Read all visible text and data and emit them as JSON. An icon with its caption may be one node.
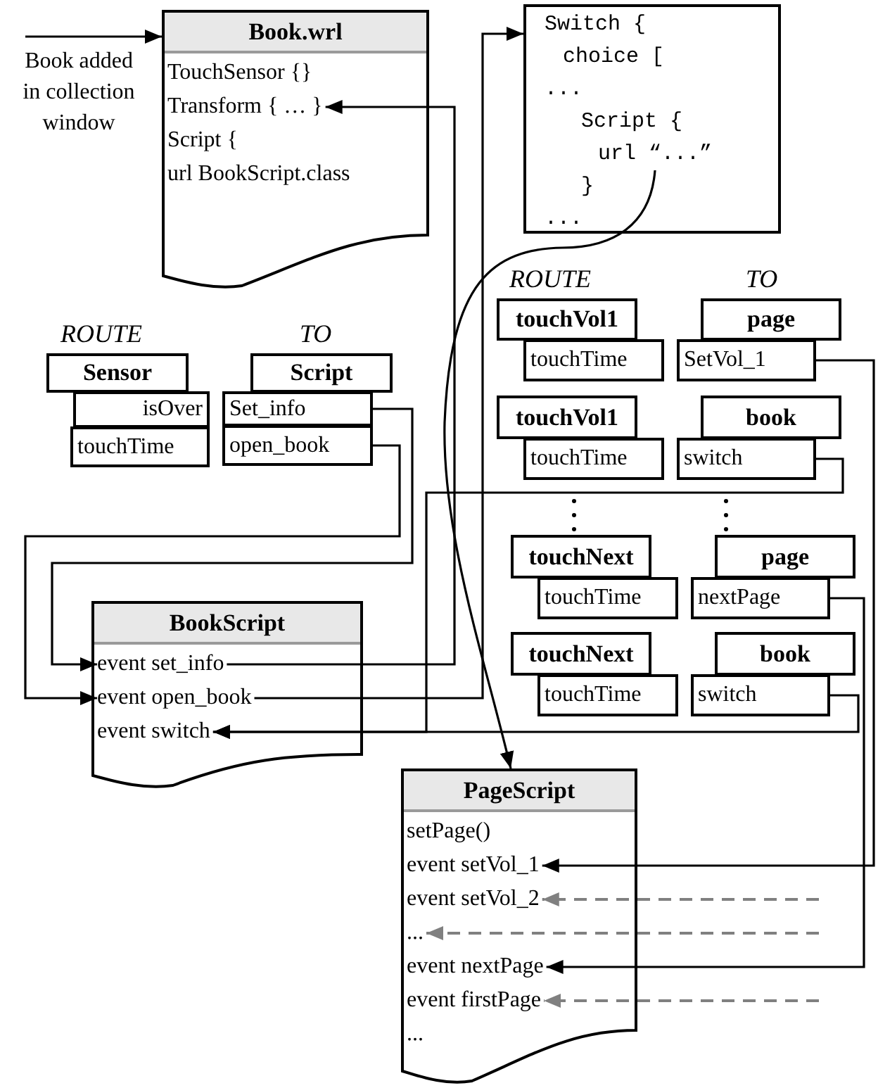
{
  "diagram": {
    "nodes": [
      {
        "text": [
          "Book.wrl"
        ]
      },
      {
        "text": [
          "TouchSensor {}"
        ],
        "in": 0
      },
      {
        "text": [
          "Transform { … }"
        ],
        "in": 0
      },
      {
        "text": [
          "Script {"
        ],
        "in": 0
      },
      {
        "text": [
          "url BookScript.class"
        ],
        "in": 0
      },
      {
        "text": [],
        "shape": "box"
      },
      {
        "text": [
          "Switch {"
        ],
        "in": 5
      },
      {
        "text": [
          "choice ["
        ],
        "in": 5
      },
      {
        "text": [
          "..."
        ],
        "in": 5
      },
      {
        "text": [
          "Script {"
        ],
        "in": 5
      },
      {
        "text": [
          "url “...”"
        ],
        "in": 5
      },
      {
        "text": [
          "}"
        ],
        "in": 5
      },
      {
        "text": [
          "..."
        ],
        "in": 5
      },
      {
        "text": [
          "Sensor"
        ]
      },
      {
        "text": [
          "isOver"
        ]
      },
      {
        "text": [
          "touchTime"
        ]
      },
      {
        "text": [
          "Script"
        ]
      },
      {
        "text": [
          "Set_info"
        ]
      },
      {
        "text": [
          "open_book"
        ]
      },
      {
        "text": [
          "touchVol1"
        ]
      },
      {
        "text": [
          "page"
        ]
      },
      {
        "text": [
          "touchTime"
        ]
      },
      {
        "text": [
          "SetVol_1"
        ]
      },
      {
        "text": [
          "touchVol1"
        ]
      },
      {
        "text": [
          "book"
        ]
      },
      {
        "text": [
          "touchTime"
        ]
      },
      {
        "text": [
          "switch"
        ]
      },
      {
        "text": [
          "touchNext"
        ]
      },
      {
        "text": [
          "page"
        ]
      },
      {
        "text": [
          "touchTime"
        ]
      },
      {
        "text": [
          "nextPage"
        ]
      },
      {
        "text": [
          "touchNext"
        ]
      },
      {
        "text": [
          "book"
        ]
      },
      {
        "text": [
          "touchTime"
        ]
      },
      {
        "text": [
          "switch"
        ]
      },
      {
        "text": [
          "BookScript"
        ]
      },
      {
        "text": [
          "event set_info"
        ],
        "in": 35
      },
      {
        "text": [
          "event open_book"
        ],
        "in": 35
      },
      {
        "text": [
          "event switch"
        ],
        "in": 35
      },
      {
        "text": [
          "PageScript"
        ]
      },
      {
        "text": [
          "setPage()"
        ],
        "in": 39
      },
      {
        "text": [
          "event setVol_1"
        ],
        "in": 39
      },
      {
        "text": [
          "event setVol_2"
        ],
        "in": 39
      },
      {
        "text": [
          "..."
        ],
        "in": 39
      },
      {
        "text": [
          "event nextPage"
        ],
        "in": 39
      },
      {
        "text": [
          "event firstPage"
        ],
        "in": 39
      },
      {
        "text": [
          "..."
        ],
        "in": 39
      }
    ],
    "edges": [
      {
        "from": null,
        "to": 0,
        "arrow": "to",
        "label": "Book added in collection window"
      },
      {
        "from": 17,
        "to": 36,
        "arrow": "to"
      },
      {
        "from": 18,
        "to": 37,
        "arrow": "to"
      },
      {
        "from": 36,
        "to": 2,
        "arrow": "to"
      },
      {
        "from": 37,
        "to": 5,
        "arrow": "to"
      },
      {
        "from": 10,
        "to": 39,
        "arrow": "to"
      },
      {
        "from": 26,
        "to": 38,
        "arrow": "to"
      },
      {
        "from": 34,
        "to": 38,
        "arrow": "to"
      },
      {
        "from": 22,
        "to": 41,
        "arrow": "to"
      },
      {
        "from": 30,
        "to": 44,
        "arrow": "to"
      },
      {
        "from": null,
        "to": 42,
        "arrow": "to",
        "style": "dashed",
        "color": "#808080"
      },
      {
        "from": null,
        "to": 43,
        "arrow": "to",
        "style": "dashed",
        "color": "#808080"
      },
      {
        "from": null,
        "to": 45,
        "arrow": "to",
        "style": "dashed",
        "color": "#808080"
      }
    ],
    "labels": [
      "ROUTE",
      "TO",
      "ROUTE",
      "TO"
    ]
  }
}
